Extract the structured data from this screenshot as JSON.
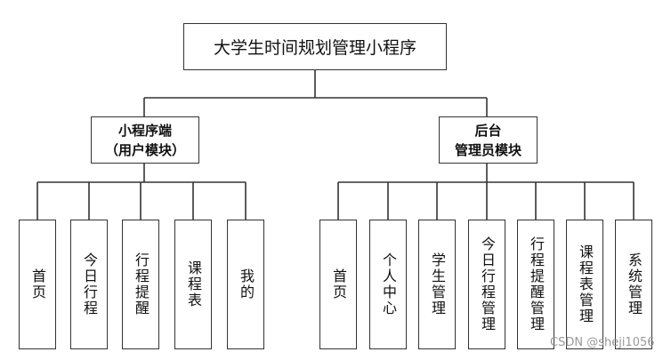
{
  "root": {
    "label": "大学生时间规划管理小程序"
  },
  "groups": [
    {
      "line1": "小程序端",
      "line2": "（用户模块）",
      "leaves": [
        "首页",
        "今日行程",
        "行程提醒",
        "课程表",
        "我的"
      ]
    },
    {
      "line1": "后台",
      "line2": "管理员模块",
      "leaves": [
        "首页",
        "个人中心",
        "学生管理",
        "今日行程管理",
        "行程提醒管理",
        "课程表管理",
        "系统管理"
      ]
    }
  ],
  "watermark": "CSDN @sheji1056",
  "colors": {
    "line": "#333333",
    "text": "#111111",
    "watermark": "#999999"
  }
}
